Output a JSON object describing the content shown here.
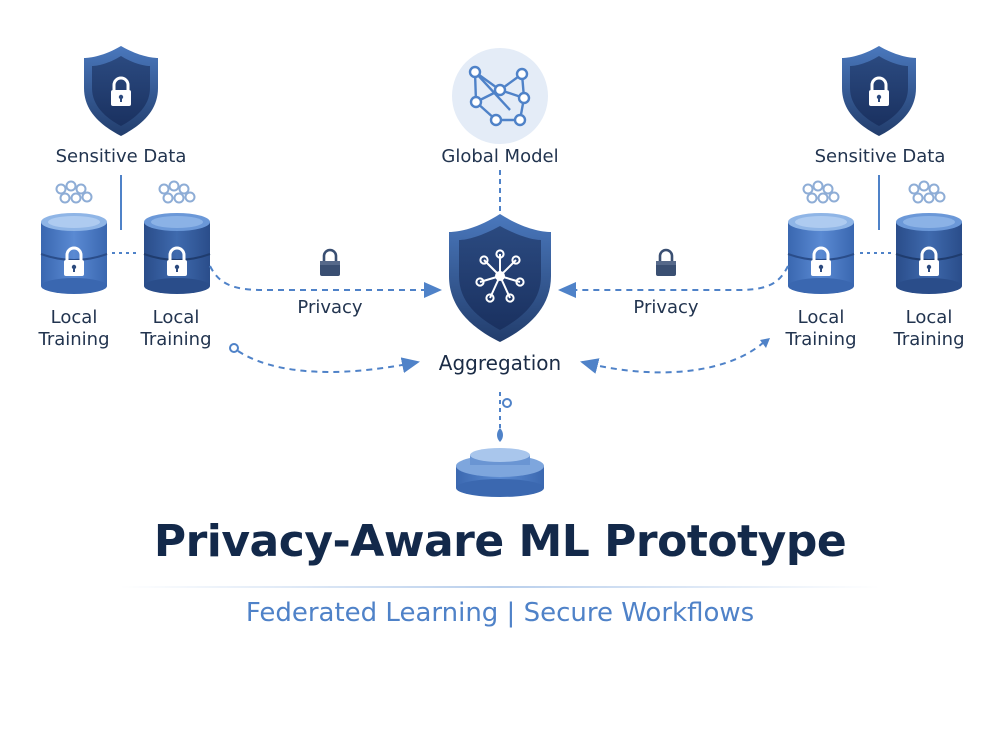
{
  "diagram": {
    "title": "Privacy-Aware ML Prototype",
    "subtitle": "Federated Learning | Secure Workflows",
    "global_model_label": "Global Model",
    "aggregation_label": "Aggregation",
    "left": {
      "sensitive_label": "Sensitive Data",
      "privacy_label": "Privacy",
      "node_a_label": "Local Training",
      "node_b_label": "Local Training"
    },
    "right": {
      "sensitive_label": "Sensitive Data",
      "privacy_label": "Privacy",
      "node_a_label": "Local Training",
      "node_b_label": "Local Training"
    }
  },
  "colors": {
    "primary_dark": "#2c4a7e",
    "primary": "#3f6db3",
    "accent": "#5a8fd6",
    "light": "#dce8f6",
    "title": "#13294a",
    "subtitle": "#4f82c8"
  },
  "icons": [
    "shield-lock-icon",
    "network-icon",
    "database-lock-icon",
    "padlock-icon",
    "cluster-icon"
  ]
}
